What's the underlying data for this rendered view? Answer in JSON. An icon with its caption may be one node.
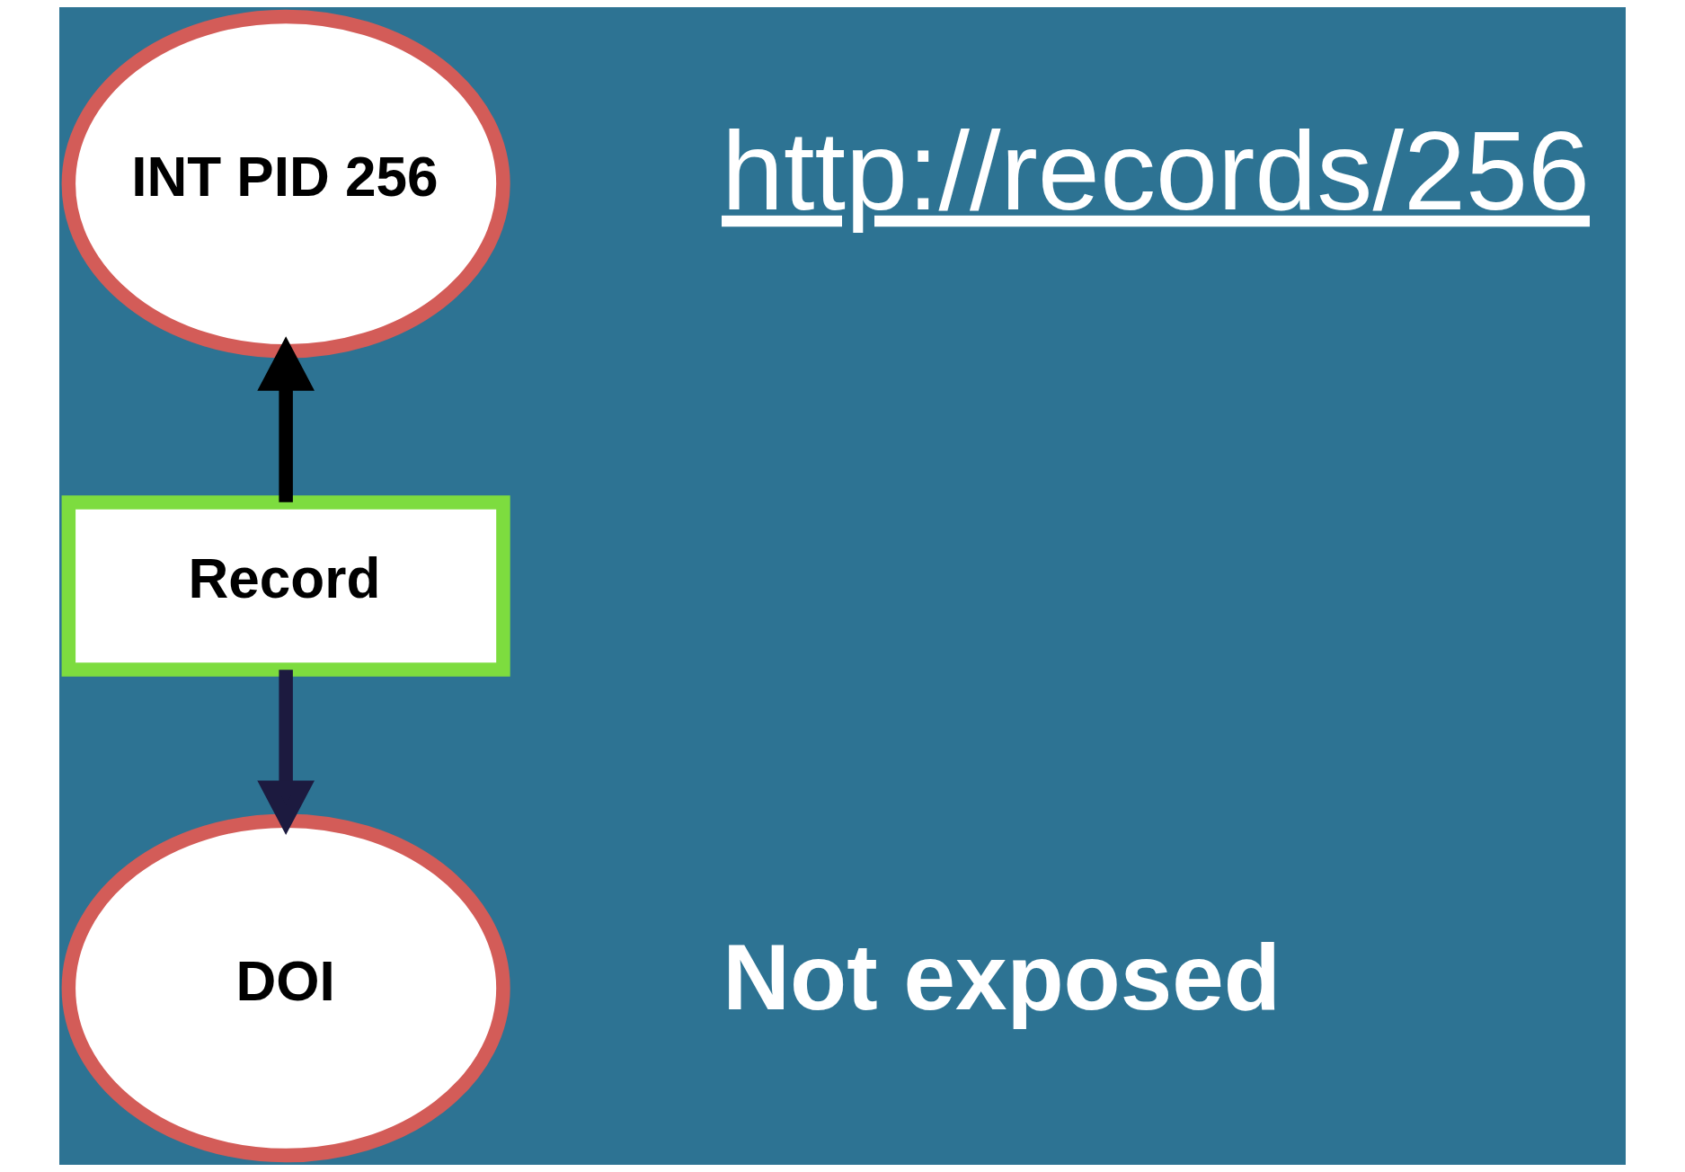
{
  "diagram": {
    "nodes": [
      {
        "text": [
          "INT PID 256"
        ]
      },
      {
        "text": [
          "Record"
        ]
      },
      {
        "text": [
          "DOI"
        ]
      }
    ],
    "edges": [
      {
        "from": 1,
        "to": 0,
        "arrow": "to"
      },
      {
        "from": 1,
        "to": 2,
        "arrow": "to",
        "color": "#1c1a3f"
      }
    ],
    "labels": [
      "http://records/256",
      "Not exposed"
    ]
  }
}
